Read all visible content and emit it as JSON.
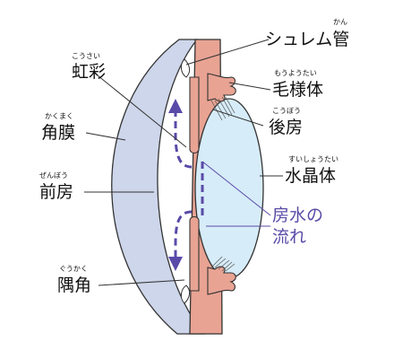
{
  "labels": {
    "schlemm": {
      "text": "シュレム管",
      "ruby": "かん"
    },
    "iris": {
      "text": "虹彩",
      "ruby": "こうさい"
    },
    "ciliary": {
      "text": "毛様体",
      "ruby": "もうようたい"
    },
    "cornea": {
      "text": "角膜",
      "ruby": "かくまく"
    },
    "posterior": {
      "text": "後房",
      "ruby": "こうぼう"
    },
    "lens": {
      "text": "水晶体",
      "ruby": "すいしょうたい"
    },
    "anterior": {
      "text": "前房",
      "ruby": "ぜんぼう"
    },
    "flow_line1": "房水の",
    "flow_line2": "流れ",
    "angle": {
      "text": "隅角",
      "ruby": "ぐうかく"
    }
  },
  "colors": {
    "cornea": "#cdd6ea",
    "tissue": "#e8a393",
    "lens": "#d6ecf8",
    "flow": "#5a4aa8",
    "outline": "#333333"
  }
}
